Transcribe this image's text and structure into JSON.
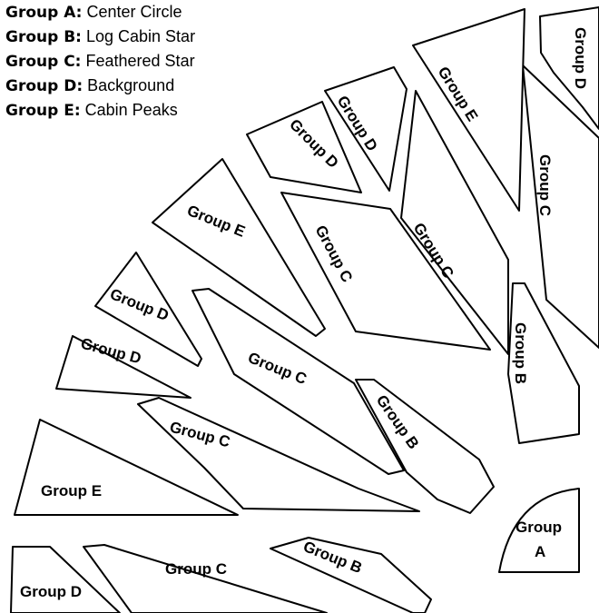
{
  "legend": [
    {
      "key": "Group A:",
      "desc": "Center Circle"
    },
    {
      "key": "Group B:",
      "desc": "Log Cabin Star"
    },
    {
      "key": "Group C:",
      "desc": "Feathered Star"
    },
    {
      "key": "Group D:",
      "desc": "Background"
    },
    {
      "key": "Group E:",
      "desc": "Cabin Peaks"
    }
  ],
  "labels": {
    "group_a": "Group",
    "group_a_letter": "A",
    "group_b": "Group B",
    "group_c": "Group C",
    "group_d": "Group D",
    "group_e": "Group E"
  }
}
